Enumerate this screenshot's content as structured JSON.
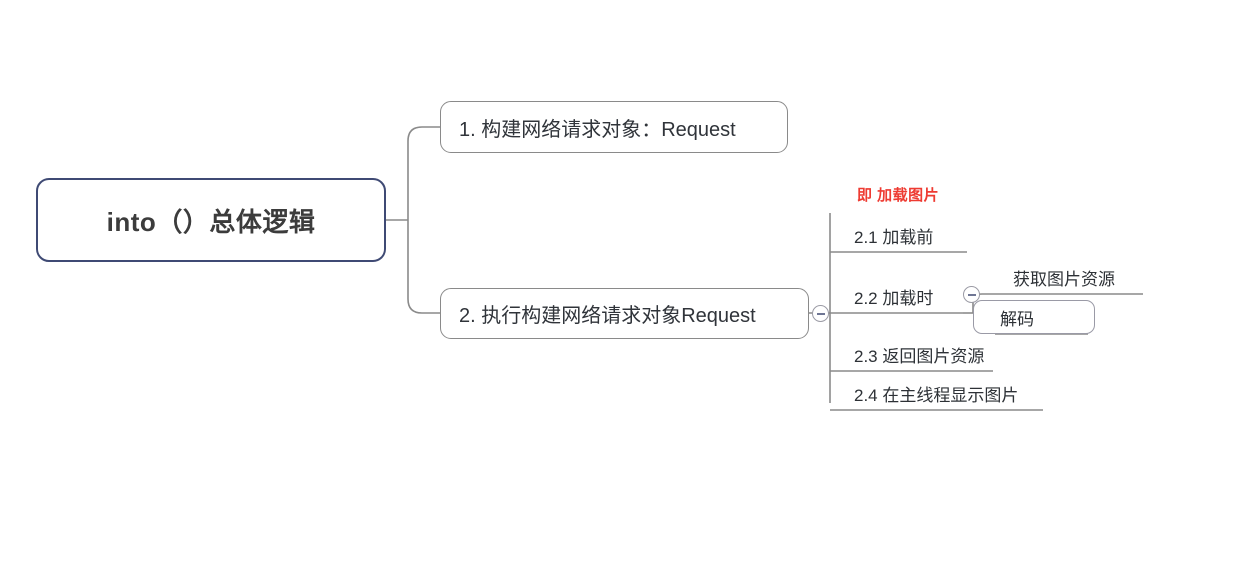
{
  "mindmap": {
    "root": {
      "label": "into（）总体逻辑",
      "border_color": "#3f4a74"
    },
    "branches": [
      {
        "id": "branch-1",
        "label": "1. 构建网络请求对象：Request",
        "children": []
      },
      {
        "id": "branch-2",
        "label": "2. 执行构建网络请求对象Request",
        "collapse_icon": "minus-circle-icon",
        "annotation": {
          "label": "即 加载图片",
          "color": "#ee3b32"
        },
        "children": [
          {
            "id": "node-2-1",
            "label": "2.1 加载前"
          },
          {
            "id": "node-2-2",
            "label": "2.2 加载时",
            "collapse_icon": "minus-circle-icon",
            "children": [
              {
                "id": "node-2-2-1",
                "label": "获取图片资源",
                "style": "underline"
              },
              {
                "id": "node-2-2-2",
                "label": "解码",
                "style": "boxed"
              }
            ]
          },
          {
            "id": "node-2-3",
            "label": "2.3 返回图片资源"
          },
          {
            "id": "node-2-4",
            "label": "2.4 在主线程显示图片"
          }
        ]
      }
    ],
    "colors": {
      "connector": "#8a8a8a",
      "text": "#2d3136",
      "root_text": "#3c3c3c",
      "accent_red": "#ee3b32",
      "toggle_minus": "#6f7694"
    }
  }
}
